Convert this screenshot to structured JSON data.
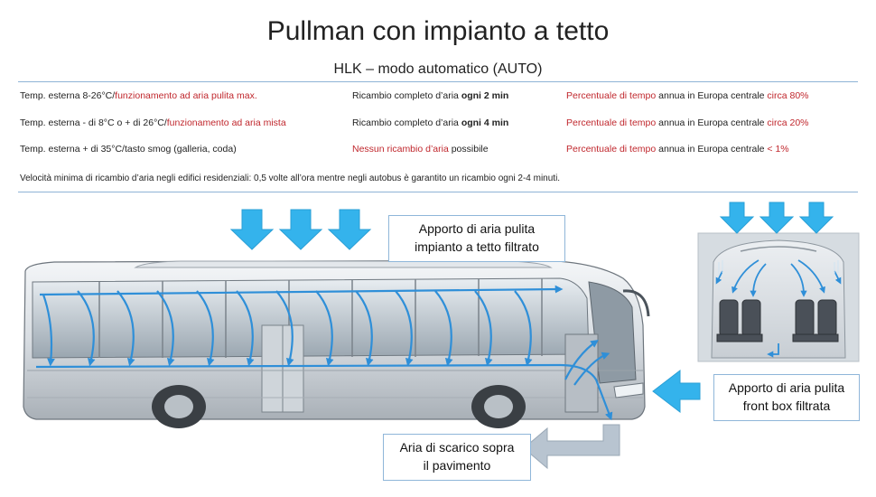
{
  "title": "Pullman con impianto a tetto",
  "subtitle": "HLK – modo automatico (AUTO)",
  "rows": [
    {
      "c1_prefix": "Temp. esterna 8-26°C/",
      "c1_red": "funzionamento ad aria pulita max.",
      "c2_prefix": "Ricambio completo d’aria ",
      "c2_bold": "ogni 2 min",
      "c2_suffix": "",
      "c3_red1": "Percentuale di tempo",
      "c3_mid": " annua in Europa centrale ",
      "c3_red2": "circa 80%"
    },
    {
      "c1_prefix": "Temp. esterna - di 8°C o + di 26°C/",
      "c1_red": "funzionamento ad aria mista",
      "c2_prefix": "Ricambio completo d’aria ",
      "c2_bold": "ogni 4 min",
      "c2_suffix": "",
      "c3_red1": "Percentuale di tempo",
      "c3_mid": " annua in Europa centrale ",
      "c3_red2": "circa 20%"
    },
    {
      "c1_prefix": "Temp. esterna + di 35°C/tasto smog (galleria, coda)",
      "c1_red": "",
      "c2_prefix": "",
      "c2_bold": "",
      "c2_red": "Nessun ricambio d’aria",
      "c2_suffix": " possibile",
      "c3_red1": "Percentuale di tempo",
      "c3_mid": " annua in Europa centrale ",
      "c3_red2": "< 1%"
    }
  ],
  "note": "Velocità minima di ricambio d’aria negli edifici residenziali:  0,5 volte all’ora mentre negli autobus è garantito un ricambio ogni 2-4 minuti.",
  "callouts": {
    "roof_line1": "Apporto di aria pulita",
    "roof_line2": "impianto a tetto filtrato",
    "front_line1": "Apporto di aria pulita",
    "front_line2": "front box filtrata",
    "exhaust_line1": "Aria di scarico sopra",
    "exhaust_line2": "il pavimento"
  },
  "colors": {
    "accent_red": "#c0272d",
    "air_blue": "#2f8fd8",
    "arrow_cyan": "#34b3ec",
    "exhaust_gray": "#b8c4d0",
    "rule_blue": "#8fb3d6"
  }
}
